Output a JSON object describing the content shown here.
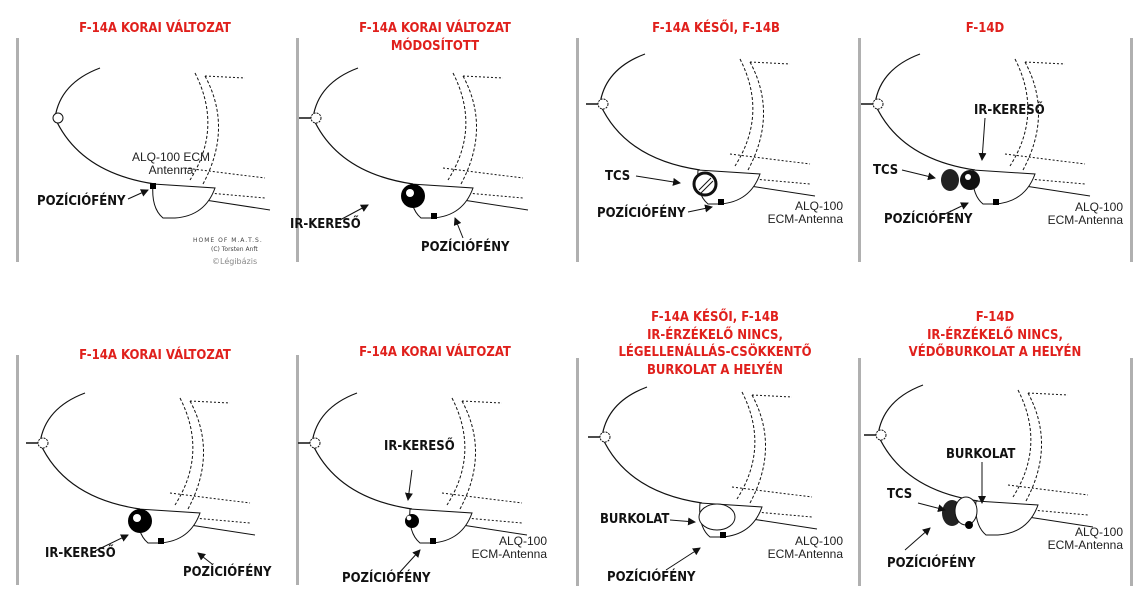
{
  "panels": [
    {
      "title": [
        "F-14A KORAI VÁLTOZAT"
      ],
      "labels": {
        "ecm": [
          "ALQ-100 ECM",
          "Antenna"
        ],
        "pos": "POZÍCIÓFÉNY"
      },
      "credits": [
        "HOME OF M.A.T.S.",
        "(C) Torsten Anft",
        "©Légibázis"
      ]
    },
    {
      "title": [
        "F-14A KORAI VÁLTOZAT",
        "MÓDOSÍTOTT"
      ],
      "labels": {
        "ir": "IR-KERESŐ",
        "pos": "POZÍCIÓFÉNY"
      }
    },
    {
      "title": [
        "F-14A KÉSŐI, F-14B"
      ],
      "labels": {
        "tcs": "TCS",
        "pos": "POZÍCIÓFÉNY",
        "ecm": [
          "ALQ-100",
          "ECM-Antenna"
        ]
      }
    },
    {
      "title": [
        "F-14D"
      ],
      "labels": {
        "ir": "IR-KERESŐ",
        "tcs": "TCS",
        "pos": "POZÍCIÓFÉNY",
        "ecm": [
          "ALQ-100",
          "ECM-Antenna"
        ]
      }
    },
    {
      "title": [
        "F-14A KORAI VÁLTOZAT"
      ],
      "labels": {
        "ir": "IR-KERESŐ",
        "pos": "POZÍCIÓFÉNY"
      }
    },
    {
      "title": [
        "F-14A KORAI VÁLTOZAT"
      ],
      "labels": {
        "ir": "IR-KERESŐ",
        "ecm": [
          "ALQ-100",
          "ECM-Antenna"
        ],
        "pos": "POZÍCIÓFÉNY"
      }
    },
    {
      "title": [
        "F-14A KÉSŐI, F-14B",
        "IR-ÉRZÉKELŐ NINCS,",
        "LÉGELLENÁLLÁS-CSÖKKENTŐ",
        "BURKOLAT A HELYÉN"
      ],
      "labels": {
        "burk": "BURKOLAT",
        "ecm": [
          "ALQ-100",
          "ECM-Antenna"
        ],
        "pos": "POZÍCIÓFÉNY"
      }
    },
    {
      "title": [
        "F-14D",
        "IR-ÉRZÉKELŐ NINCS,",
        "VÉDŐBURKOLAT A HELYÉN"
      ],
      "labels": {
        "burk": "BURKOLAT",
        "tcs": "TCS",
        "pos": "POZÍCIÓFÉNY",
        "ecm": [
          "ALQ-100",
          "ECM-Antenna"
        ]
      }
    }
  ],
  "colors": {
    "title": "#e0201c",
    "divider": "#b0b0b0"
  }
}
